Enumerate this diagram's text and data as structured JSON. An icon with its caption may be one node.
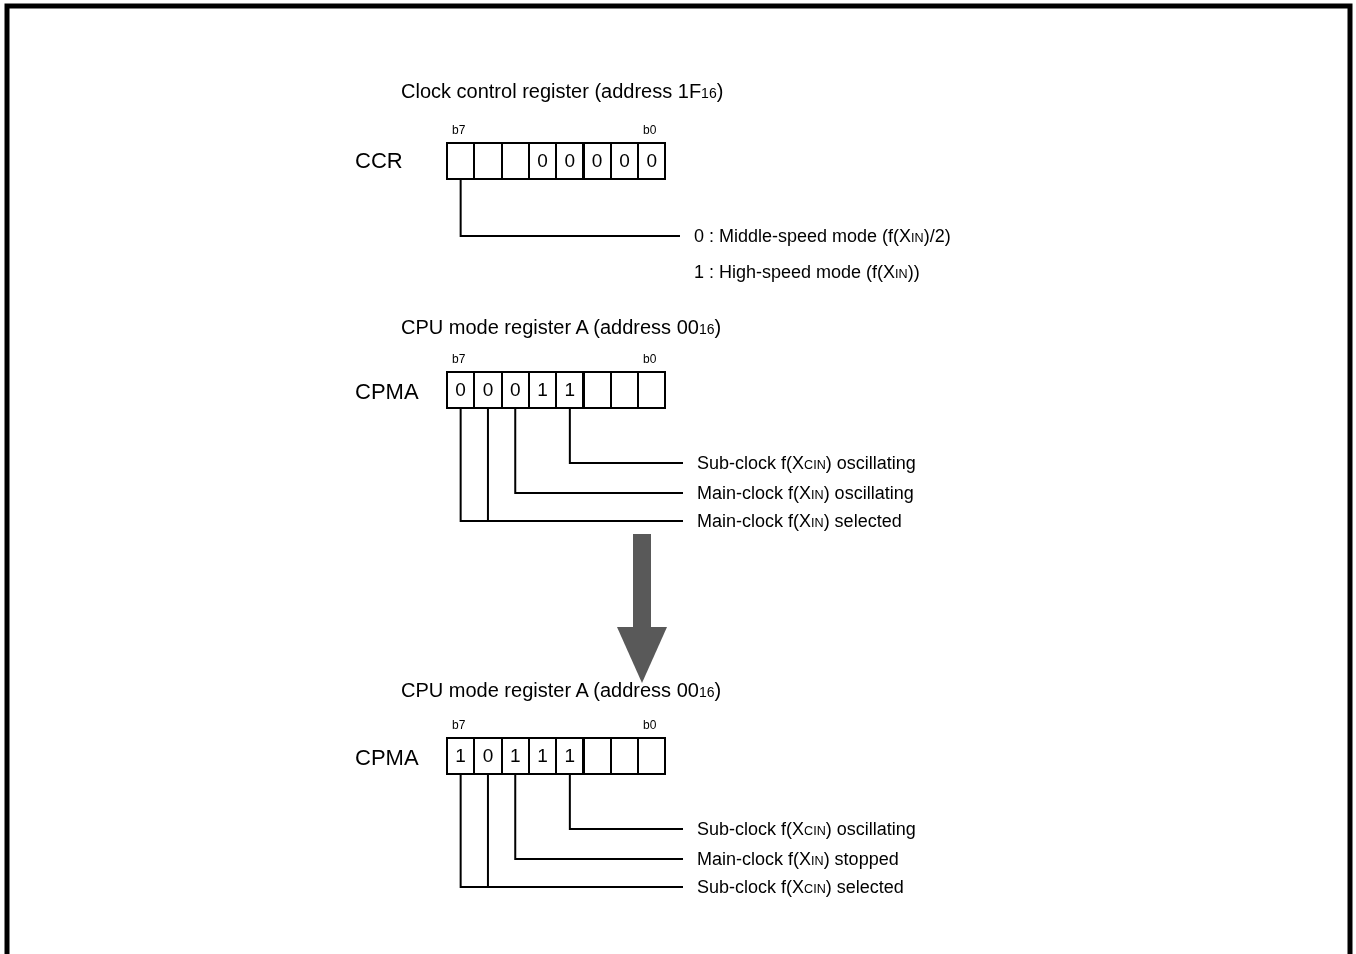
{
  "diagram": {
    "nodes": [
      {
        "text": [
          "Clock control register (address 1F$_{16}$)",
          "CCR"
        ]
      },
      {
        "text": [],
        "shape": "box",
        "in": 0
      },
      {
        "text": [],
        "shape": "box",
        "in": 0
      },
      {
        "text": [],
        "shape": "box",
        "in": 0
      },
      {
        "text": [
          "0"
        ],
        "in": 0
      },
      {
        "text": [
          "0"
        ],
        "in": 0
      },
      {
        "text": [
          "0"
        ],
        "in": 0
      },
      {
        "text": [
          "0"
        ],
        "in": 0
      },
      {
        "text": [
          "0"
        ],
        "in": 0
      },
      {
        "text": [
          "0 : Middle-speed mode (f(X$_{IN}$)/2)",
          "1 : High-speed mode (f(X$_{IN}$))"
        ],
        "in": 0
      },
      {
        "text": [
          "CPU mode register A (address 00$_{16}$)",
          "CPMA"
        ]
      },
      {
        "text": [
          "0"
        ],
        "in": 10
      },
      {
        "text": [
          "0"
        ],
        "in": 10
      },
      {
        "text": [
          "0"
        ],
        "in": 10
      },
      {
        "text": [
          "1"
        ],
        "in": 10
      },
      {
        "text": [
          "1"
        ],
        "in": 10
      },
      {
        "text": [],
        "shape": "box",
        "in": 10
      },
      {
        "text": [],
        "shape": "box",
        "in": 10
      },
      {
        "text": [],
        "shape": "box",
        "in": 10
      },
      {
        "text": [
          "Sub-clock f(X$_{CIN}$) oscillating"
        ],
        "in": 10
      },
      {
        "text": [
          "Main-clock f(X$_{IN}$) oscillating"
        ],
        "in": 10
      },
      {
        "text": [
          "Main-clock f(X$_{IN}$) selected"
        ],
        "in": 10
      },
      {
        "text": [
          "CPU mode register A (address 00$_{16}$)",
          "CPMA"
        ]
      },
      {
        "text": [
          "1"
        ],
        "in": 22
      },
      {
        "text": [
          "0"
        ],
        "in": 22
      },
      {
        "text": [
          "1"
        ],
        "in": 22
      },
      {
        "text": [
          "1"
        ],
        "in": 22
      },
      {
        "text": [
          "1"
        ],
        "in": 22
      },
      {
        "text": [],
        "shape": "box",
        "in": 22
      },
      {
        "text": [],
        "shape": "box",
        "in": 22
      },
      {
        "text": [],
        "shape": "box",
        "in": 22
      },
      {
        "text": [
          "Sub-clock f(X$_{CIN}$) oscillating"
        ],
        "in": 22
      },
      {
        "text": [
          "Main-clock f(X$_{IN}$) stopped"
        ],
        "in": 22
      },
      {
        "text": [
          "Sub-clock f(X$_{CIN}$) selected"
        ],
        "in": 22
      }
    ],
    "edges": [
      {
        "from": 1,
        "to": 9,
        "arrow": "none"
      },
      {
        "from": 15,
        "to": 19,
        "arrow": "none"
      },
      {
        "from": 13,
        "to": 20,
        "arrow": "none"
      },
      {
        "from": 11,
        "to": 21,
        "arrow": "none"
      },
      {
        "from": 12,
        "to": 21,
        "arrow": "none"
      },
      {
        "from": 10,
        "to": 22,
        "arrow": "to",
        "style": "thick",
        "color": "#595959"
      },
      {
        "from": 27,
        "to": 31,
        "arrow": "none"
      },
      {
        "from": 25,
        "to": 32,
        "arrow": "none"
      },
      {
        "from": 23,
        "to": 33,
        "arrow": "none"
      },
      {
        "from": 24,
        "to": 33,
        "arrow": "none"
      }
    ],
    "labels": [
      "b7",
      "b0",
      "b7",
      "b0",
      "b7",
      "b0"
    ]
  }
}
